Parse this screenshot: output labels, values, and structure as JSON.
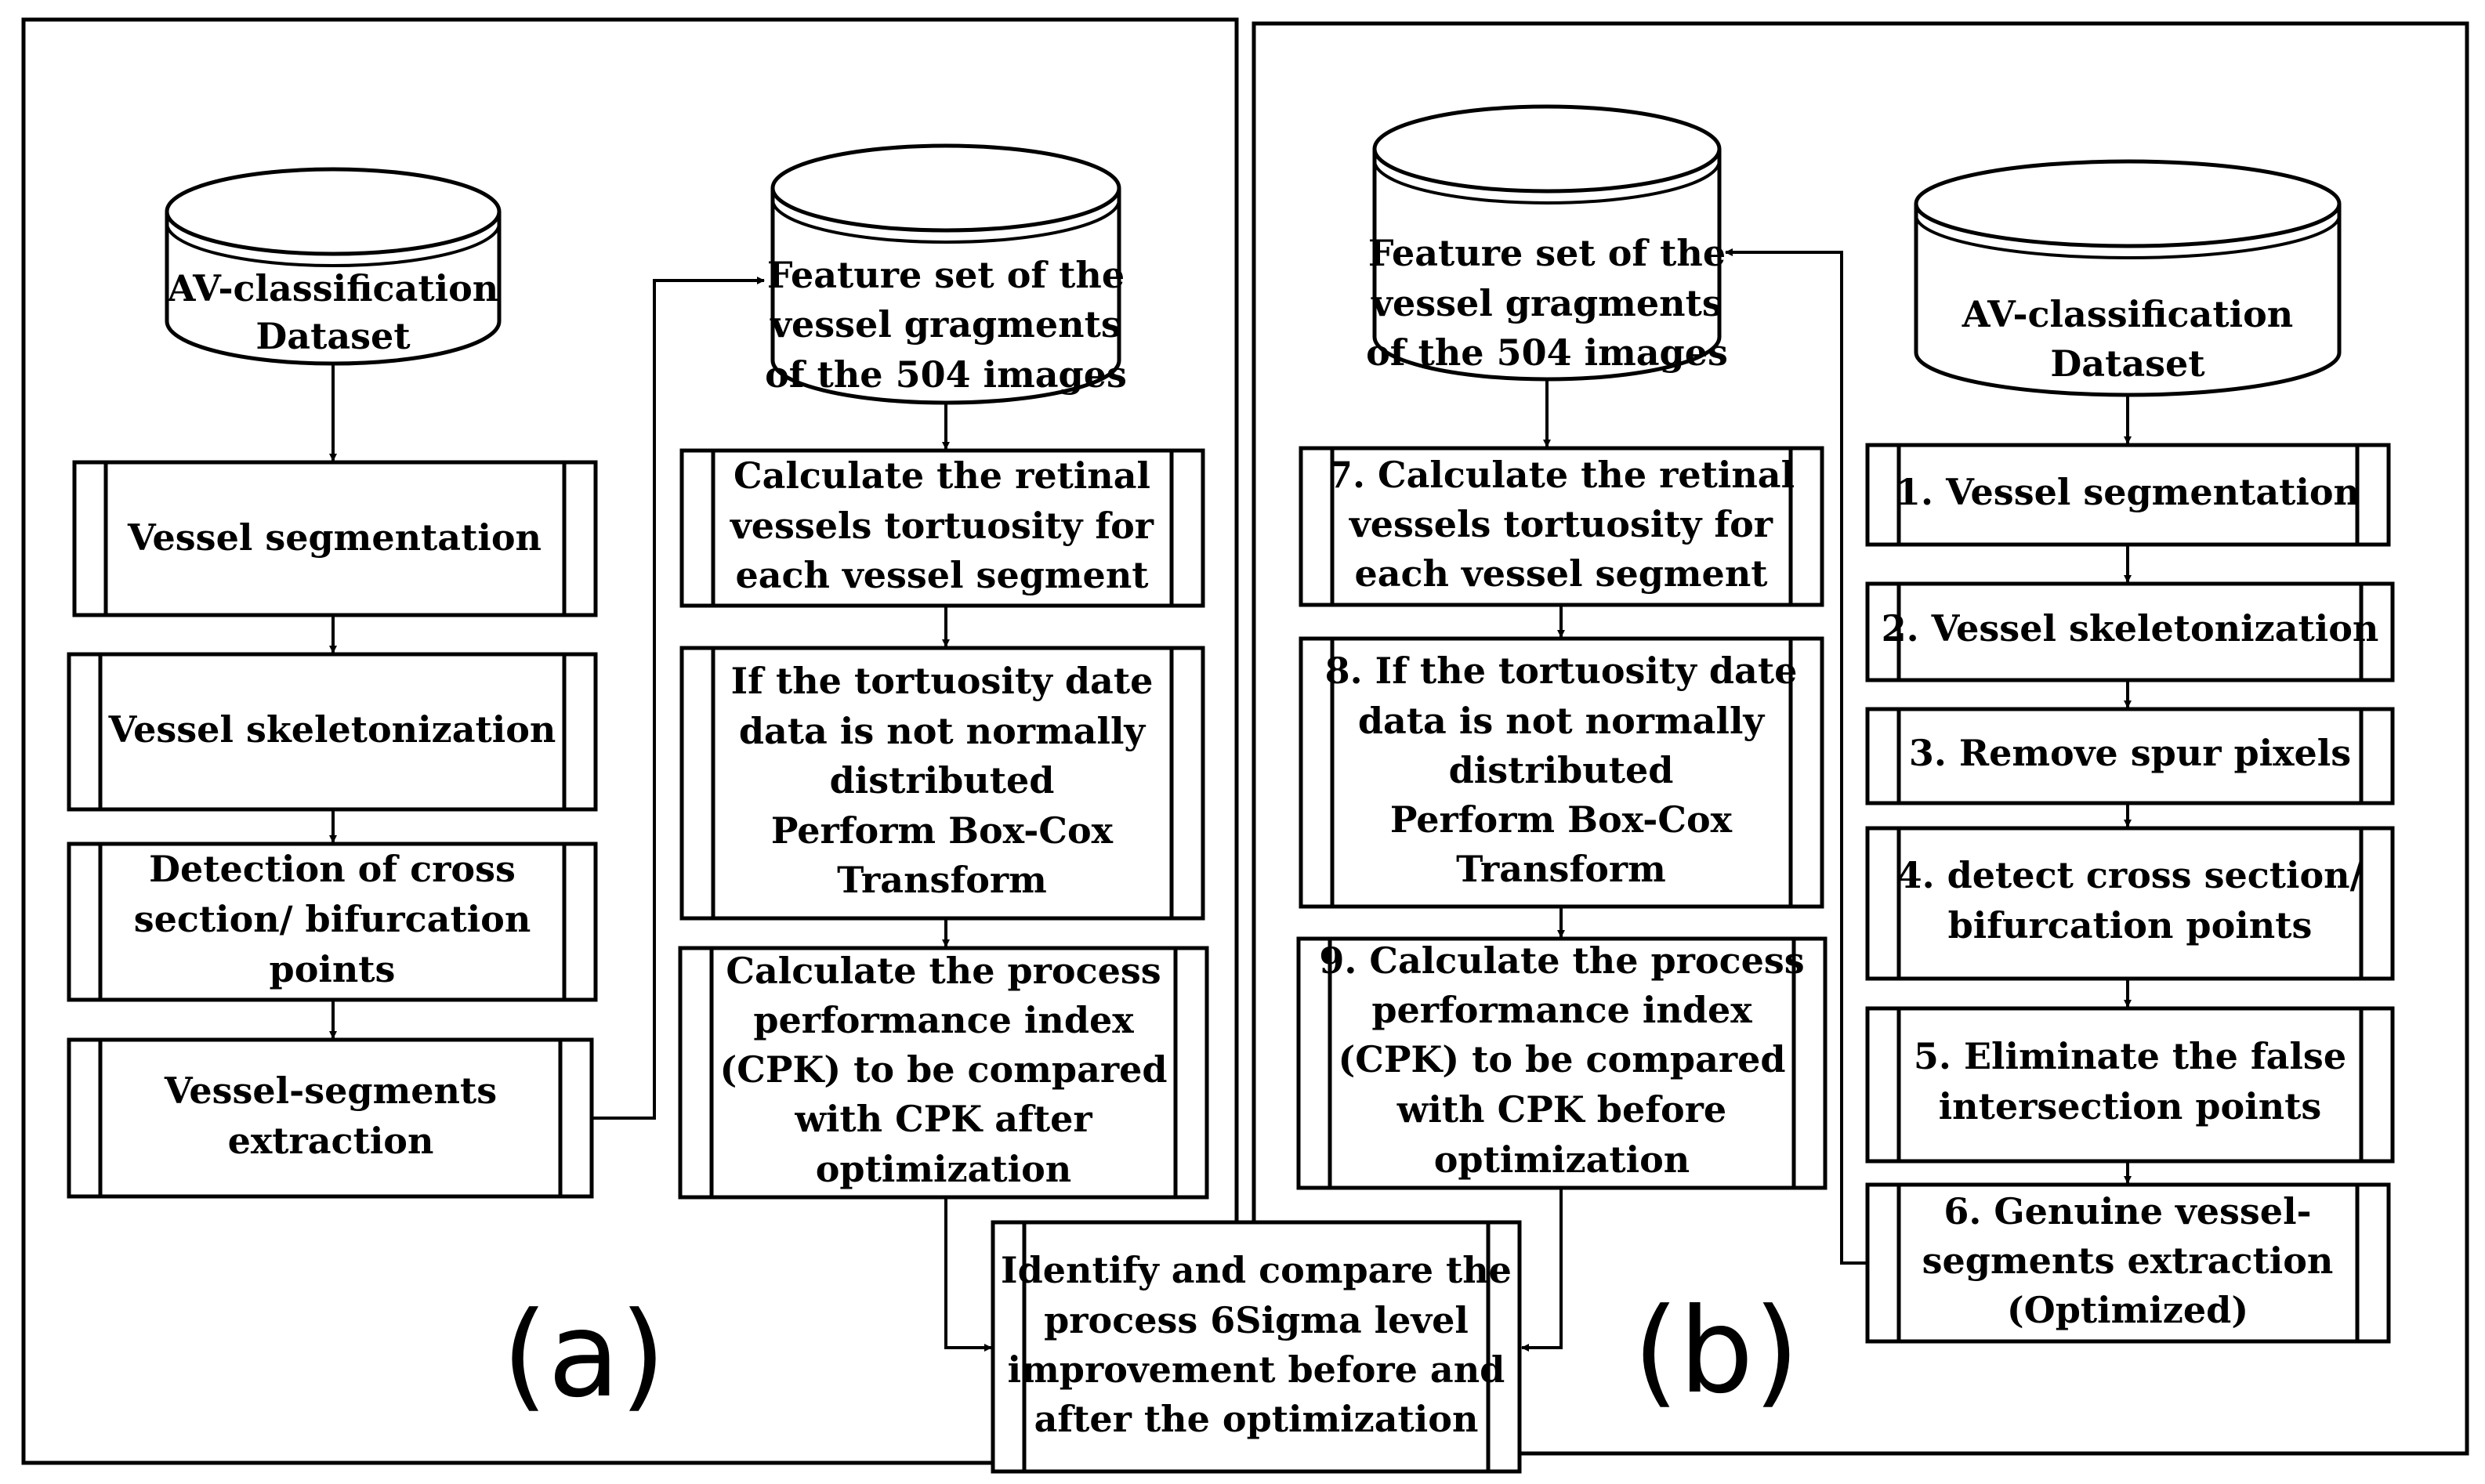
{
  "panel_a": {
    "label": "(a)",
    "dataset": [
      "AV-classification",
      "Dataset"
    ],
    "features": [
      "Feature set of the",
      "vessel gragments",
      "of the 504 images"
    ],
    "steps": {
      "seg": [
        "Vessel segmentation"
      ],
      "skel": [
        "Vessel skeletonization"
      ],
      "detect": [
        "Detection of cross",
        "section/ bifurcation",
        "points"
      ],
      "extract": [
        "Vessel-segments",
        "extraction"
      ],
      "tort": [
        "Calculate the retinal",
        "vessels tortuosity for",
        "each vessel segment"
      ],
      "boxcox": [
        "If the tortuosity date",
        "data is not normally",
        "distributed",
        "Perform Box-Cox",
        "Transform"
      ],
      "cpk": [
        "Calculate the process",
        "performance index",
        "(CPK) to be compared",
        "with CPK after",
        "optimization"
      ]
    }
  },
  "panel_b": {
    "label": "(b)",
    "dataset": [
      "AV-classification",
      "Dataset"
    ],
    "features": [
      "Feature set of the",
      "vessel gragments",
      "of the 504 images"
    ],
    "steps": {
      "s1": [
        "1. Vessel segmentation"
      ],
      "s2": [
        "2. Vessel skeletonization"
      ],
      "s3": [
        "3. Remove  spur pixels"
      ],
      "s4": [
        "4. detect cross section/",
        "bifurcation  points"
      ],
      "s5": [
        "5. Eliminate  the false",
        "intersection points"
      ],
      "s6": [
        "6. Genuine vessel-",
        "segments extraction",
        "(Optimized)"
      ],
      "s7": [
        "7. Calculate the retinal",
        "vessels tortuosity for",
        "each vessel segment"
      ],
      "s8": [
        "8. If the tortuosity date",
        "data is not normally",
        "distributed",
        "Perform Box-Cox",
        "Transform"
      ],
      "s9": [
        "9. Calculate the process",
        "performance index",
        "(CPK) to be compared",
        "with CPK before",
        "optimization"
      ]
    }
  },
  "final": [
    "Identify and compare the",
    "process 6Sigma level",
    "improvement before and",
    "after the optimization"
  ]
}
